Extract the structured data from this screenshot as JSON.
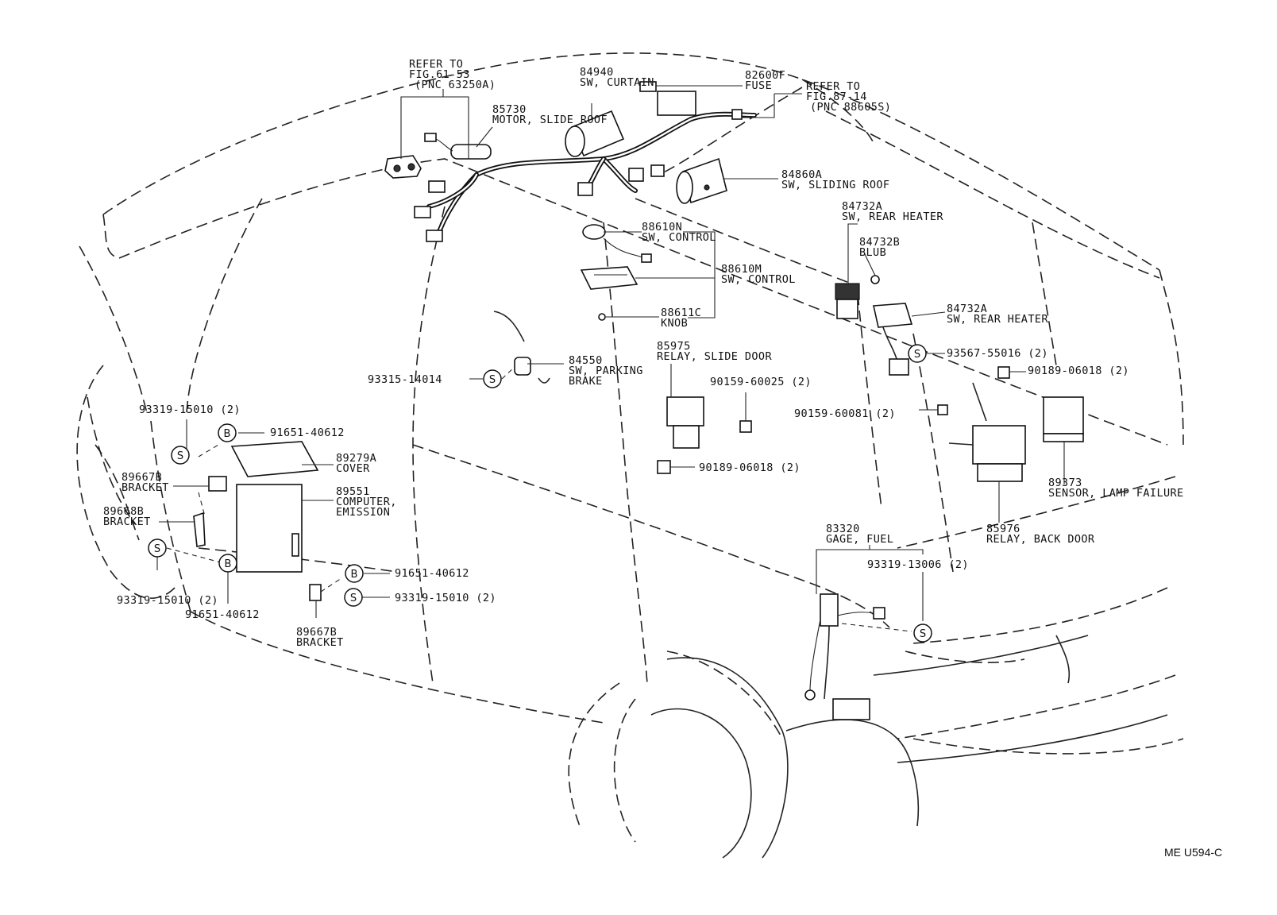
{
  "labels": {
    "refer1": [
      "REFER TO",
      "FIG.61-53",
      "(PNC 63250A)"
    ],
    "p84940": [
      "84940",
      "SW, CURTAIN"
    ],
    "p82600F": [
      "82600F",
      "FUSE"
    ],
    "refer2": [
      "REFER TO",
      "FIG.87-14",
      "(PNC 88605S)"
    ],
    "p85730": [
      "85730",
      "MOTOR, SLIDE ROOF"
    ],
    "p84860A": [
      "84860A",
      "SW, SLIDING ROOF"
    ],
    "p84732A_top": [
      "84732A",
      "SW, REAR HEATER"
    ],
    "p84732B": [
      "84732B",
      "BLUB"
    ],
    "p88610N": [
      "88610N",
      "SW, CONTROL"
    ],
    "p88610M": [
      "88610M",
      "SW, CONTROL"
    ],
    "p88611C": [
      "88611C",
      "KNOB"
    ],
    "p84732A_mid": [
      "84732A",
      "SW, REAR HEATER"
    ],
    "p93567": [
      "93567-55016 (2)"
    ],
    "p85975": [
      "85975",
      "RELAY, SLIDE DOOR"
    ],
    "p84550": [
      "84550",
      "SW, PARKING",
      "BRAKE"
    ],
    "p93315": [
      "93315-14014"
    ],
    "p90189_right": [
      "90189-06018 (2)"
    ],
    "p90159_25": [
      "90159-60025 (2)"
    ],
    "p90159_81": [
      "90159-60081 (2)"
    ],
    "p93319_top": [
      "93319-15010 (2)"
    ],
    "p91651_top": [
      "91651-40612"
    ],
    "p89279A": [
      "89279A",
      "COVER"
    ],
    "p90189_mid": [
      "90189-06018 (2)"
    ],
    "p89373": [
      "89373",
      "SENSOR, LAMP FAILURE"
    ],
    "p89667B_l": [
      "89667B",
      "BRACKET"
    ],
    "p89551": [
      "89551",
      "COMPUTER,",
      "EMISSION"
    ],
    "p89668B": [
      "89668B",
      "BRACKET"
    ],
    "p83320": [
      "83320",
      "GAGE, FUEL"
    ],
    "p85976": [
      "85976",
      "RELAY, BACK DOOR"
    ],
    "p91651_mid": [
      "91651-40612"
    ],
    "p93319_13006": [
      "93319-13006 (2)"
    ],
    "p93319_mid": [
      "93319-15010 (2)"
    ],
    "p93319_bot": [
      "93319-15010 (2)"
    ],
    "p91651_bot": [
      "91651-40612"
    ],
    "p89667B_b": [
      "89667B",
      "BRACKET"
    ]
  },
  "symbols": {
    "screw": "S",
    "bolt": "B"
  },
  "footer_code": "ME U594-C"
}
